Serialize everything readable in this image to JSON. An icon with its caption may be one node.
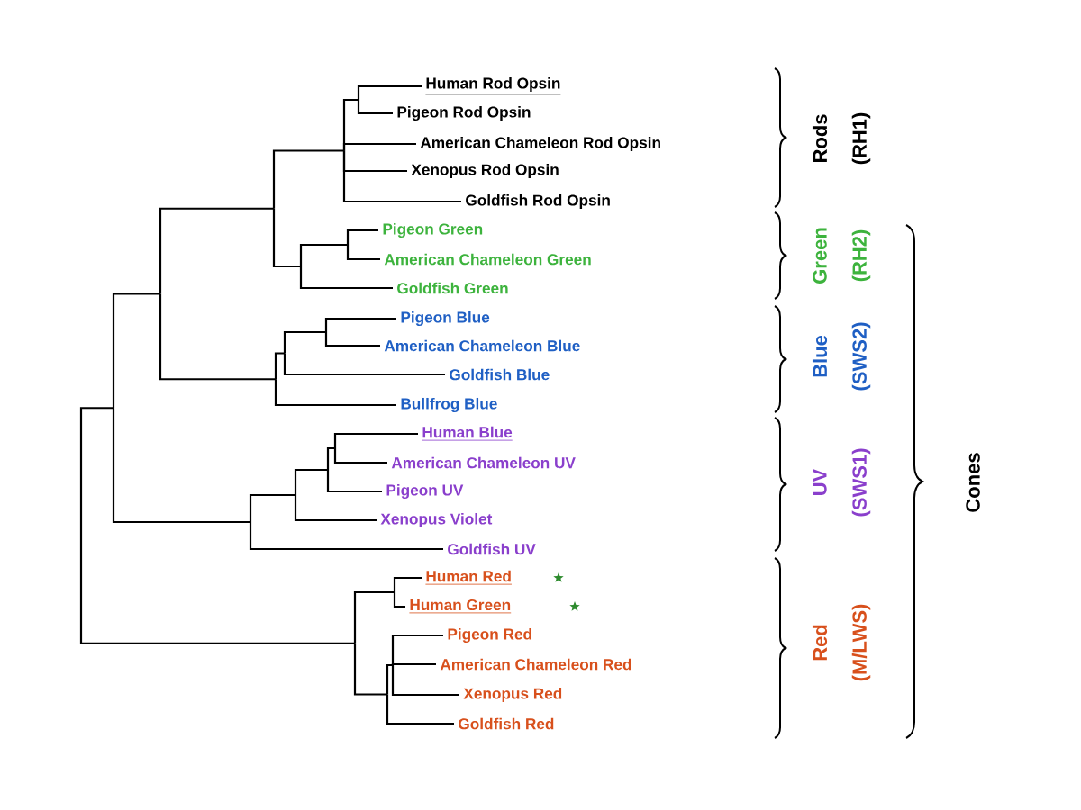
{
  "diagram": {
    "nodes": [
      {
        "text": [
          "Human Rod Opsin"
        ]
      },
      {
        "text": [
          "Pigeon Rod Opsin"
        ]
      },
      {
        "text": [
          "American Chameleon Rod Opsin"
        ]
      },
      {
        "text": [
          "Xenopus Rod Opsin"
        ]
      },
      {
        "text": [
          "Goldfish Rod Opsin"
        ]
      },
      {
        "text": [
          "Pigeon Green"
        ]
      },
      {
        "text": [
          "American Chameleon Green"
        ]
      },
      {
        "text": [
          "Goldfish Green"
        ]
      },
      {
        "text": [
          "Pigeon Blue"
        ]
      },
      {
        "text": [
          "American Chameleon Blue"
        ]
      },
      {
        "text": [
          "Goldfish Blue"
        ]
      },
      {
        "text": [
          "Bullfrog Blue"
        ]
      },
      {
        "text": [
          "Human Blue"
        ]
      },
      {
        "text": [
          "American Chameleon UV"
        ]
      },
      {
        "text": [
          "Pigeon UV"
        ]
      },
      {
        "text": [
          "Xenopus Violet"
        ]
      },
      {
        "text": [
          "Goldfish UV"
        ]
      },
      {
        "text": [
          "Human Red"
        ]
      },
      {
        "text": [
          "Human Green"
        ]
      },
      {
        "text": [
          "Pigeon Red"
        ]
      },
      {
        "text": [
          "American Chameleon Red"
        ]
      },
      {
        "text": [
          "Xenopus Red"
        ]
      },
      {
        "text": [
          "Goldfish Red"
        ]
      }
    ],
    "labels": [
      "Rods",
      "(RH1)",
      "Green",
      "(RH2)",
      "Blue",
      "(SWS2)",
      "UV",
      "(SWS1)",
      "Red",
      "(M/LWS)",
      "Cones"
    ]
  }
}
